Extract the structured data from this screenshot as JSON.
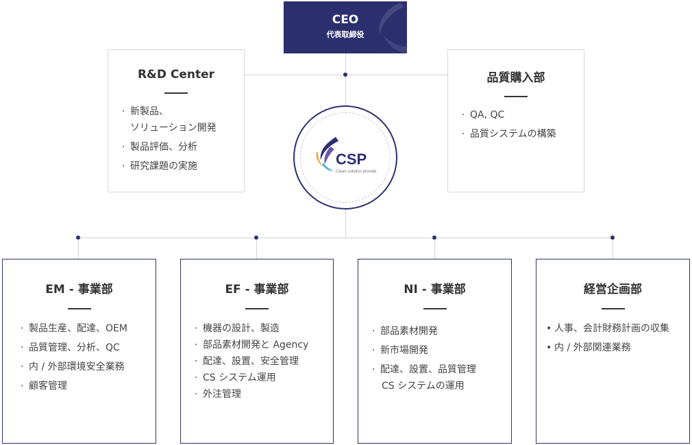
{
  "ceo": {
    "title": "CEO",
    "subtitle": "代表取締役"
  },
  "logo": {
    "text": "CSP",
    "tagline": "Clean solution provide"
  },
  "top_boxes": [
    {
      "title": "R&D Center",
      "items": [
        {
          "bullet": "·",
          "text": "新製品、"
        },
        {
          "bullet": "",
          "text": "ソリューション開発"
        },
        {
          "bullet": "·",
          "text": "製品評価、分析"
        },
        {
          "bullet": "·",
          "text": "研究課題の実施"
        }
      ]
    },
    {
      "title": "品質購入部",
      "items": [
        {
          "bullet": "·",
          "text": "QA, QC"
        },
        {
          "bullet": "·",
          "text": "品質システムの構築"
        }
      ]
    }
  ],
  "bottom_boxes": [
    {
      "title": "EM - 事業部",
      "items": [
        {
          "bullet": "·",
          "text": "製品生産、配達、OEM"
        },
        {
          "bullet": "·",
          "text": "品質管理、分析、QC"
        },
        {
          "bullet": "·",
          "text": "内 / 外部環境安全業務"
        },
        {
          "bullet": "·",
          "text": "顧客管理"
        }
      ]
    },
    {
      "title": "EF - 事業部",
      "items": [
        {
          "bullet": "·",
          "text": "機器の設計、製造"
        },
        {
          "bullet": "·",
          "text": "部品素材開発と Agency"
        },
        {
          "bullet": "·",
          "text": "配達、設置、安全管理"
        },
        {
          "bullet": "·",
          "text": "CS システム運用"
        },
        {
          "bullet": "·",
          "text": "外注管理"
        }
      ]
    },
    {
      "title": "NI - 事業部",
      "items": [
        {
          "bullet": "·",
          "text": "部品素材開発"
        },
        {
          "bullet": "·",
          "text": "新市場開発"
        },
        {
          "bullet": "·",
          "text": "配達、設置、品質管理"
        },
        {
          "bullet": "",
          "text": "CS システムの運用"
        }
      ]
    },
    {
      "title": "経営企画部",
      "items": [
        {
          "bullet": "•",
          "text": "人事、会計財務計画の収集"
        },
        {
          "bullet": "•",
          "text": "内 / 外部関連業務"
        }
      ]
    }
  ],
  "colors": {
    "navy": "#2b2f6e",
    "line": "#d3d3d3",
    "text": "#333333"
  }
}
